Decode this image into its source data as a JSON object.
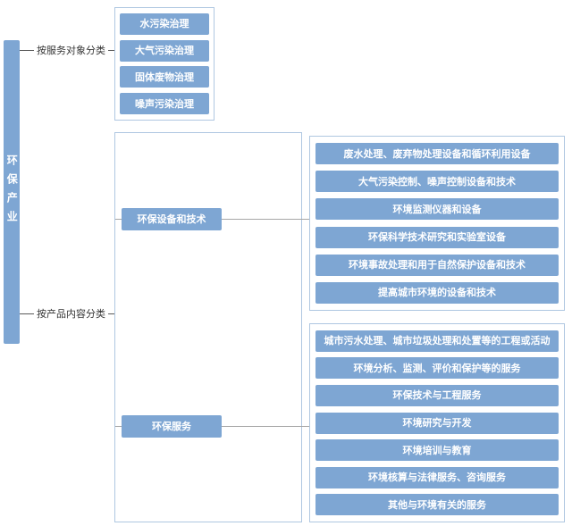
{
  "colors": {
    "box_fill": "#7EA6D3",
    "box_border": "#AFC7E1",
    "text_on_box": "#FFFFFF",
    "connector_dark": "#595959",
    "connector_light": "#A6A6A6",
    "label_text": "#333333"
  },
  "root": {
    "label": "环保产业"
  },
  "branch_service": {
    "label": "按服务对象分类"
  },
  "branch_product": {
    "label": "按产品内容分类"
  },
  "service_categories": {
    "items": [
      "水污染治理",
      "大气污染治理",
      "固体废物治理",
      "噪声污染治理"
    ]
  },
  "product_categories": {
    "equipment": {
      "label": "环保设备和技术",
      "items": [
        "废水处理、废弃物处理设备和循环利用设备",
        "大气污染控制、噪声控制设备和技术",
        "环境监测仪器和设备",
        "环保科学技术研究和实验室设备",
        "环境事故处理和用于自然保护设备和技术",
        "提高城市环境的设备和技术"
      ]
    },
    "services": {
      "label": "环保服务",
      "items": [
        "城市污水处理、城市垃圾处理和处置等的工程或活动",
        "环境分析、监测、评价和保护等的服务",
        "环保技术与工程服务",
        "环境研究与开发",
        "环境培训与教育",
        "环境核算与法律服务、咨询服务",
        "其他与环境有关的服务"
      ]
    }
  }
}
